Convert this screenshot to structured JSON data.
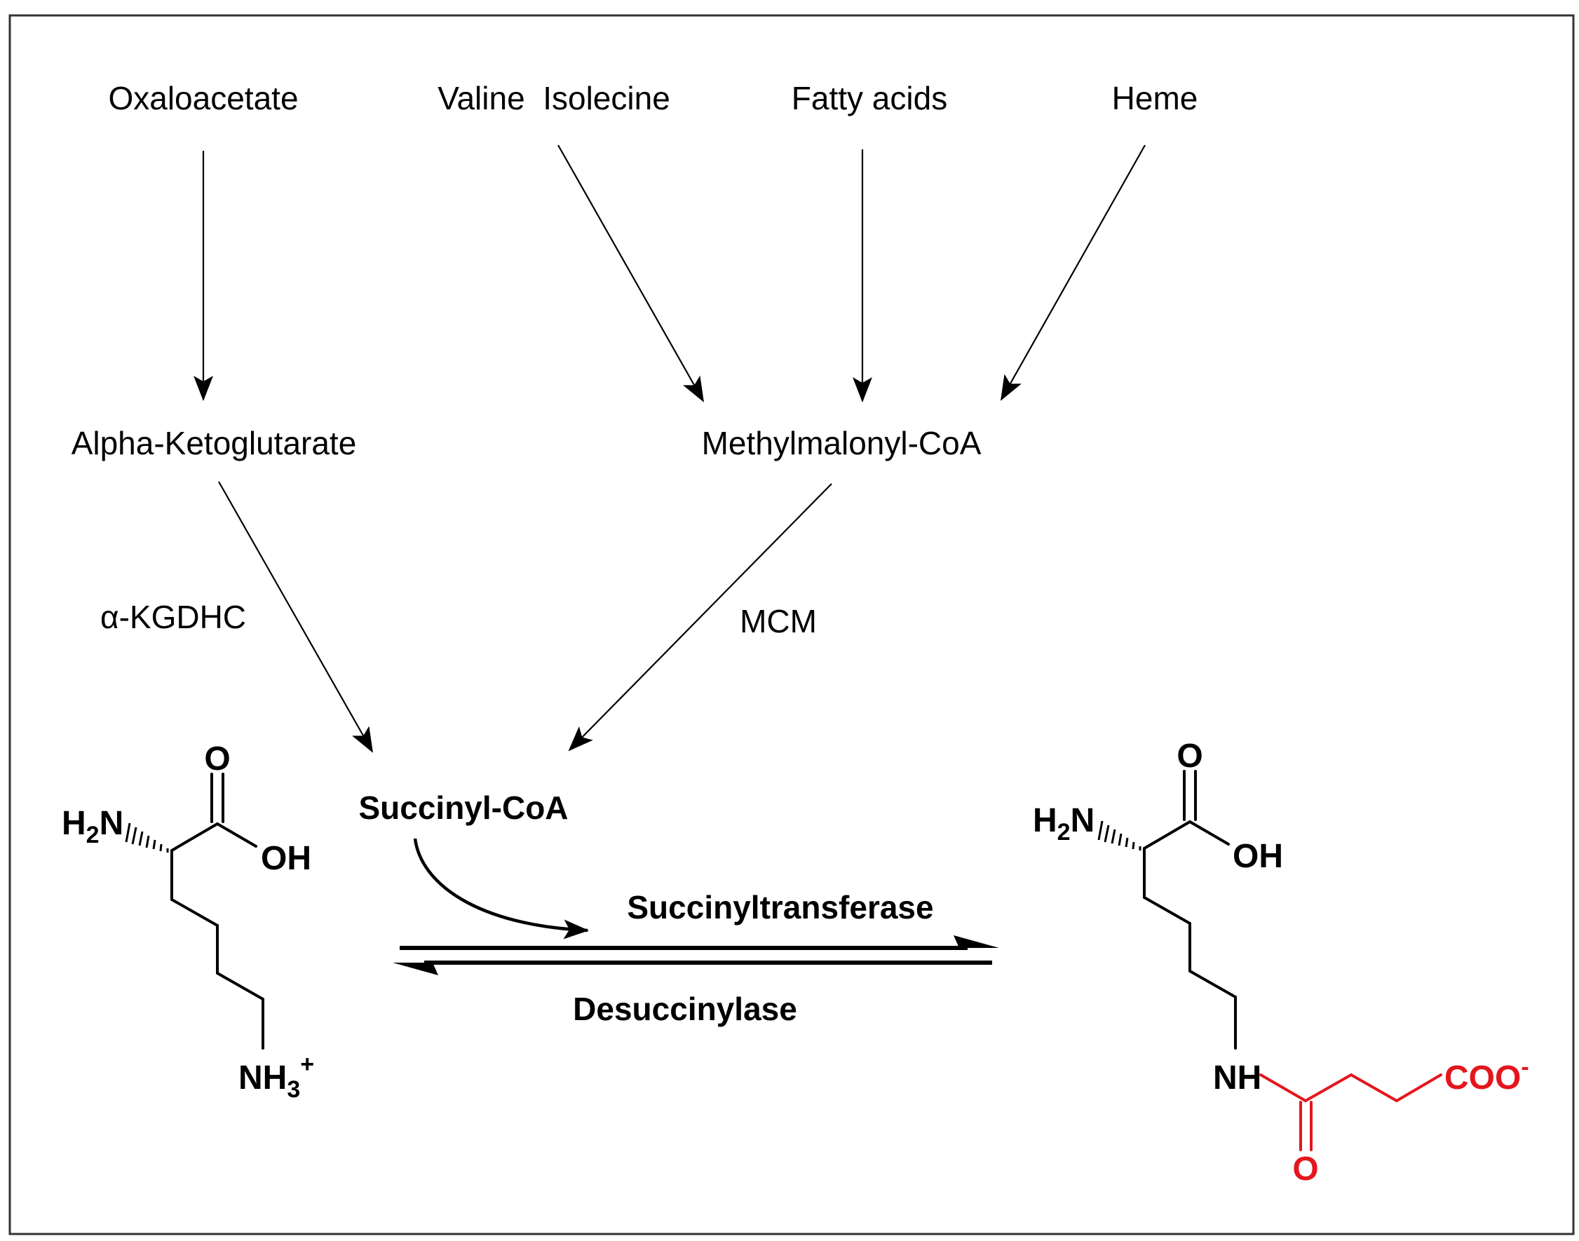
{
  "sources": {
    "oxaloacetate": "Oxaloacetate",
    "valine_isolecine": "Valine  Isolecine",
    "fatty_acids": "Fatty acids",
    "heme": "Heme"
  },
  "intermediates": {
    "akg": "Alpha-Ketoglutarate",
    "mmcoa": "Methylmalonyl-CoA"
  },
  "enzymes": {
    "akgdhc": "α-KGDHC",
    "mcm": "MCM",
    "forward": "Succinyltransferase",
    "reverse": "Desuccinylase"
  },
  "product": "Succinyl-CoA",
  "lysine": {
    "carbonyl_o": "O",
    "h2n_h": "H",
    "h2n_2": "2",
    "h2n_n": "N",
    "oh": "OH",
    "nh3_nh": "NH",
    "nh3_3": "3",
    "nh3_plus": "+"
  },
  "succinyl_lysine": {
    "carbonyl_o": "O",
    "h2n_h": "H",
    "h2n_2": "2",
    "h2n_n": "N",
    "oh": "OH",
    "nh": "NH",
    "amide_o": "O",
    "coo": "COO",
    "coo_minus": "-"
  },
  "colors": {
    "succinyl_group": "#e4161d",
    "ink": "#000000"
  }
}
